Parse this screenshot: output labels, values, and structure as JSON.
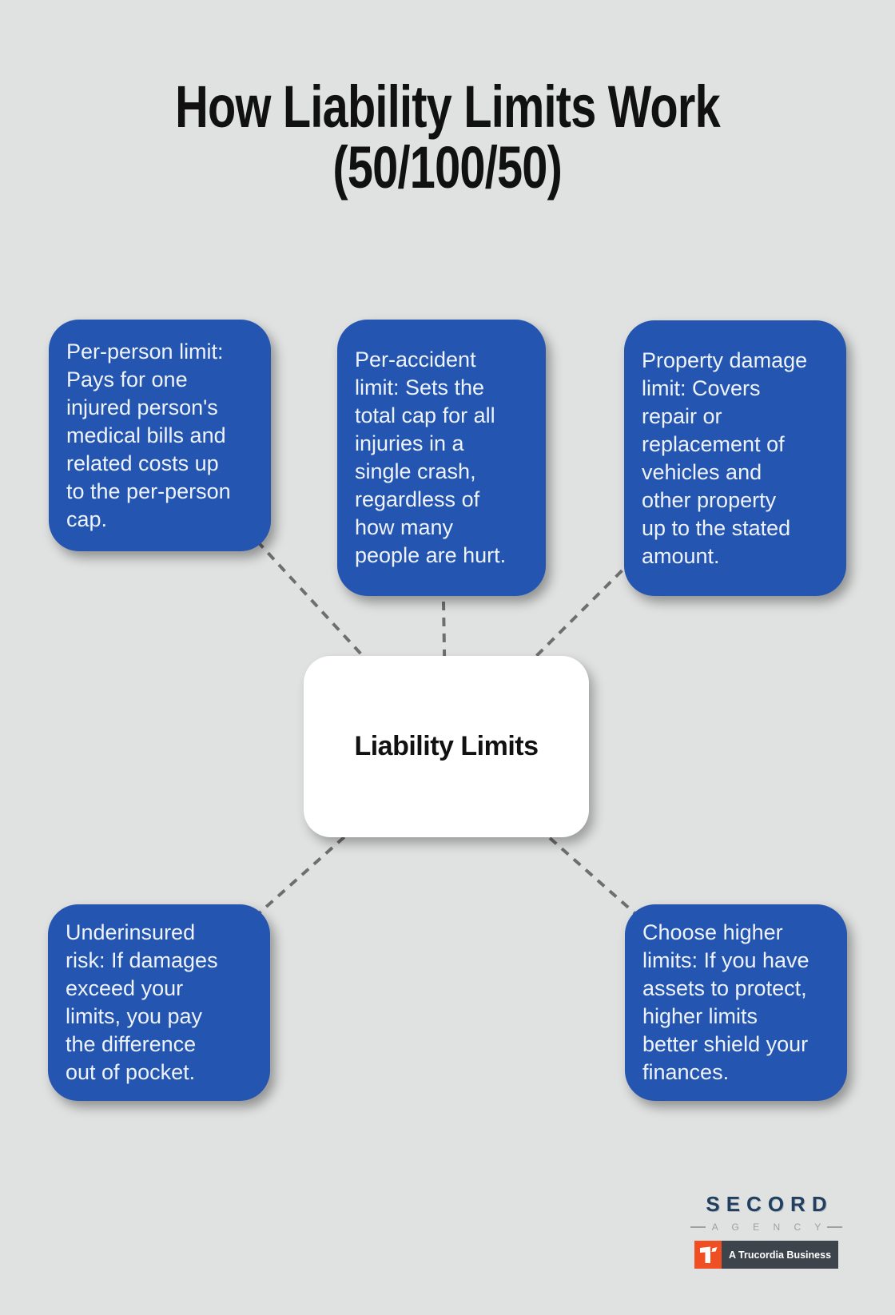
{
  "page": {
    "background_color": "#e0e1e1"
  },
  "title": {
    "line1": "How Liability Limits Work",
    "line2": "(50/100/50)",
    "color": "#111111"
  },
  "diagram": {
    "center": {
      "label": "Liability Limits",
      "background": "#ffffff",
      "text_color": "#111111"
    },
    "node_background": "#2455b0",
    "node_text_color": "#eef2f9",
    "connector_color": "#6e6e6e",
    "nodes": [
      {
        "id": "per-person-limit",
        "text": "Per-person limit:\nPays for one\ninjured person's\nmedical bills and\nrelated costs up\nto the per-person\ncap."
      },
      {
        "id": "per-accident-limit",
        "text": "Per-accident\nlimit: Sets the\ntotal cap for all\ninjuries in a\nsingle crash,\nregardless of\nhow many\npeople are hurt."
      },
      {
        "id": "property-damage-limit",
        "text": "Property damage\nlimit: Covers\nrepair or\nreplacement of\nvehicles and\nother property\nup to the stated\namount."
      },
      {
        "id": "underinsured-risk",
        "text": "Underinsured\nrisk: If damages\nexceed your\nlimits, you pay\nthe difference\nout of pocket."
      },
      {
        "id": "choose-higher-limits",
        "text": "Choose higher\nlimits: If you have\nassets to protect,\nhigher limits\nbetter shield your\nfinances."
      }
    ]
  },
  "footer": {
    "brand": "SECORD",
    "brand_sub": "A G E N C Y",
    "brand_color": "#21405f",
    "badge_text": "A Trucordia Business",
    "badge_background": "#3d444c",
    "badge_icon_background": "#f04e23"
  }
}
